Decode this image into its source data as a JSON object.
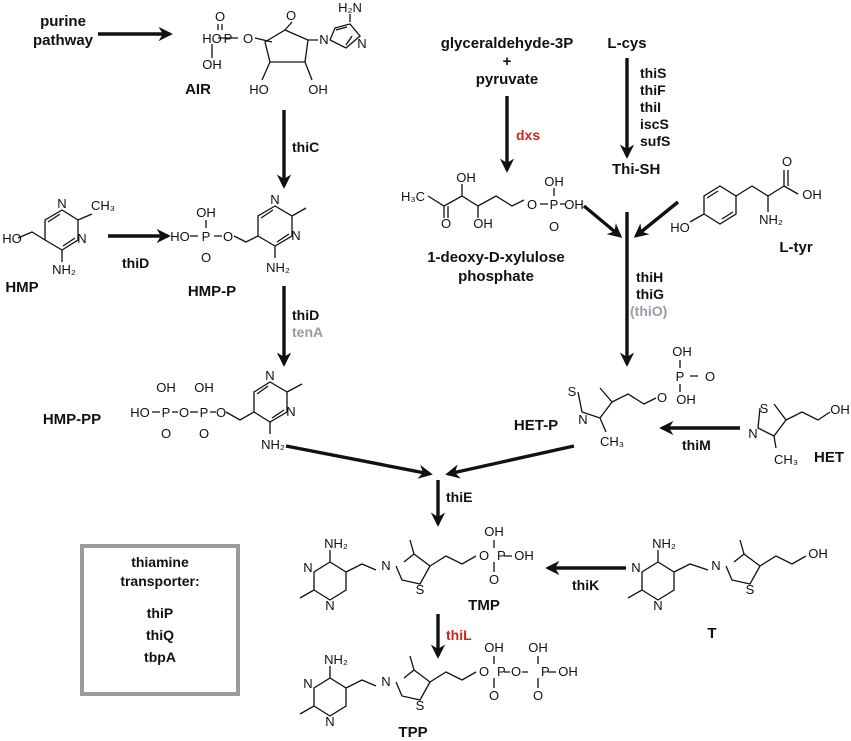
{
  "colors": {
    "ink": "#111111",
    "red_enzyme": "#c8281e",
    "gray_enzyme": "#9a9aa6",
    "box_border": "#9a9a9a"
  },
  "sources": {
    "purine_line1": "purine",
    "purine_line2": "pathway",
    "g3p": "glyceraldehyde-3P",
    "plus": "+",
    "pyruvate": "pyruvate",
    "lcys": "L-cys"
  },
  "compounds": {
    "air": "AIR",
    "hmp": "HMP",
    "hmp_p": "HMP-P",
    "hmp_pp": "HMP-PP",
    "dxp_line1": "1-deoxy-D-xylulose",
    "dxp_line2": "phosphate",
    "thi_sh": "Thi-SH",
    "ltyr": "L-tyr",
    "het_p": "HET-P",
    "het": "HET",
    "tmp": "TMP",
    "t": "T",
    "tpp": "TPP"
  },
  "enzymes": {
    "thiC": "thiC",
    "thiD_1": "thiD",
    "thiD_2": "thiD",
    "tenA": "tenA",
    "dxs": "dxs",
    "thiS": "thiS",
    "thiF": "thiF",
    "thiI": "thiI",
    "iscS": "iscS",
    "sufS": "sufS",
    "thiH": "thiH",
    "thiG": "thiG",
    "thiO": "(thiO)",
    "thiM": "thiM",
    "thiE": "thiE",
    "thiK": "thiK",
    "thiL": "thiL"
  },
  "transporter": {
    "title1": "thiamine",
    "title2": "transporter:",
    "genes": [
      "thiP",
      "thiQ",
      "tbpA"
    ]
  },
  "atoms": {
    "HO": "HO",
    "OH": "OH",
    "O": "O",
    "P": "P",
    "N": "N",
    "S": "S",
    "H": "H",
    "C": "C",
    "H2N": "H₂N",
    "NH2": "NH₂",
    "CH3": "CH₃",
    "H3C": "H₃C"
  }
}
